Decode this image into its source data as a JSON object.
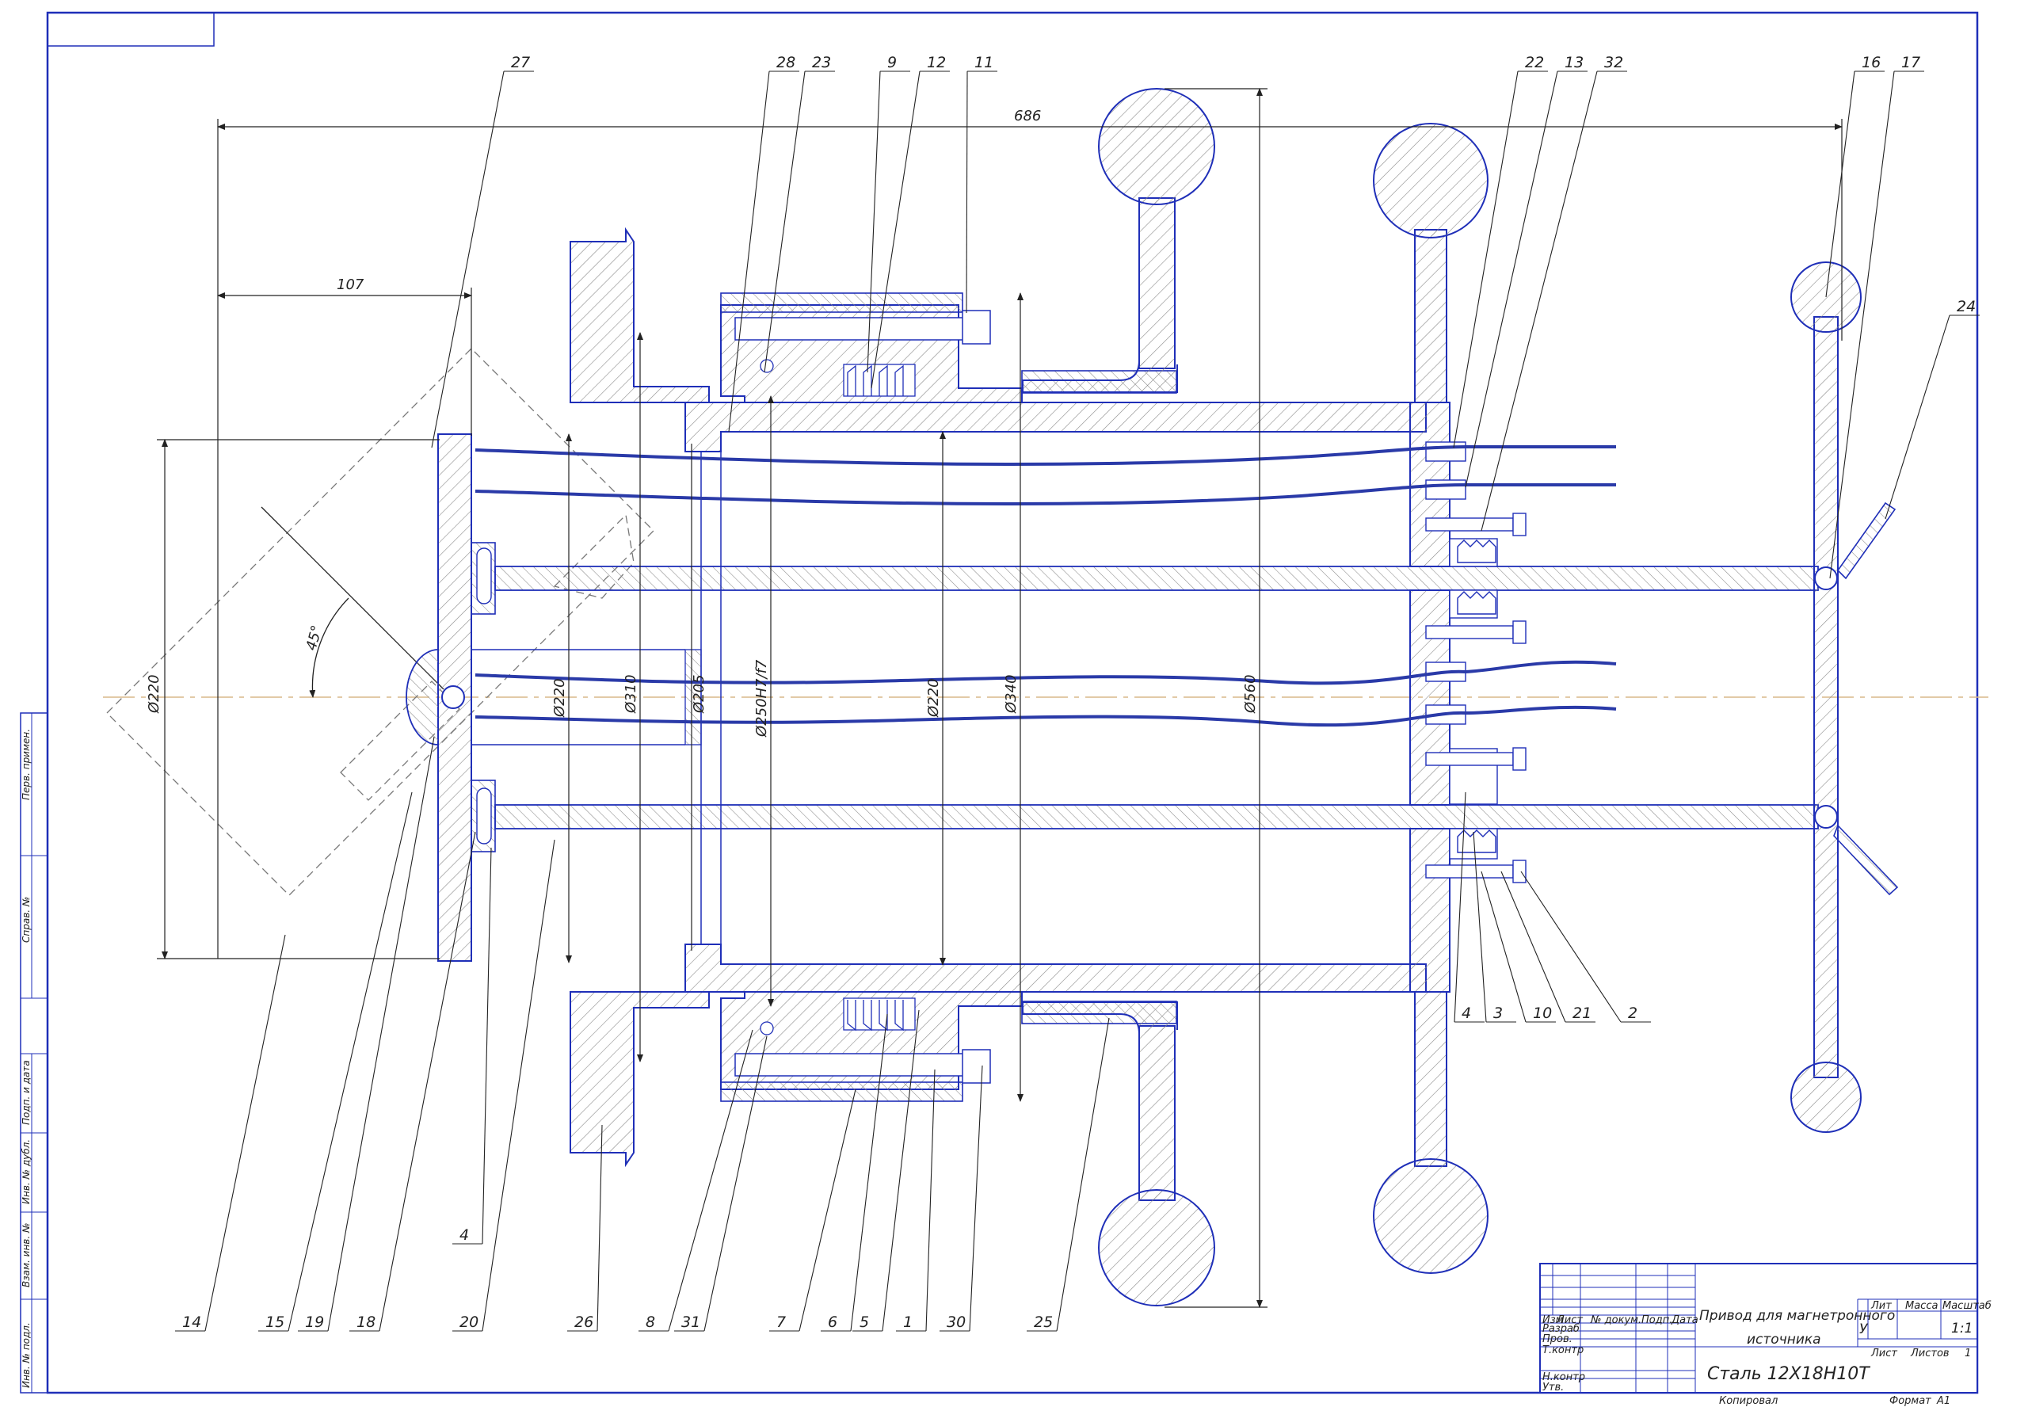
{
  "title_block": {
    "title_line1": "Привод для магнетронного",
    "title_line2": "источника",
    "material": "Сталь 12Х18Н10Т",
    "hdr_izm": "Изм",
    "hdr_list": "Лист",
    "hdr_doc": "№ докум.",
    "hdr_sign": "Подп.",
    "hdr_date": "Дата",
    "row_razrab": "Разраб",
    "row_prov": "Пров.",
    "row_tkontr": "Т.контр",
    "row_nkontr": "Н.контр",
    "row_utv": "Утв.",
    "lit": "Лит",
    "massa": "Масса",
    "masshtab": "Масштаб",
    "lit_value": "У",
    "scale_value": "1:1",
    "sheet_label": "Лист",
    "sheets_label": "Листов",
    "sheets_value": "1",
    "kopiroval": "Копировал",
    "format": "Формат",
    "format_value": "А1"
  },
  "side_stamp": {
    "perv_primen": "Перв. примен.",
    "sprav_no": "Справ. №",
    "podp_data_1": "Подп. и дата",
    "inv_dubl": "Инв. № дубл.",
    "vzam_inv": "Взам. инв. №",
    "podp_data_2": "Подп. и дата",
    "inv_podl": "Инв. № подл."
  },
  "dimensions": {
    "overall_length": "686",
    "offset": "107",
    "flange_diam": "Ø220",
    "angle": "45°",
    "d1": "Ø220",
    "d2": "Ø310",
    "d3": "Ø205",
    "d4": "Ø250H7/f7",
    "d5": "Ø220",
    "d6": "Ø340",
    "d7": "Ø560"
  },
  "callouts_top": [
    "27",
    "28",
    "23",
    "9",
    "12",
    "11",
    "22",
    "13",
    "32",
    "16",
    "17"
  ],
  "callouts_right": [
    "24"
  ],
  "callouts_mid": [
    "4",
    "3",
    "10",
    "21",
    "2"
  ],
  "callouts_bottom": [
    "14",
    "15",
    "19",
    "18",
    "4",
    "20",
    "26",
    "8",
    "31",
    "7",
    "6",
    "5",
    "1",
    "30",
    "25"
  ],
  "colors": {
    "frame": "#1f2fb8",
    "outline": "#1f2fb8",
    "wire": "#2a3aa8",
    "hatch": "#8a8a8a",
    "dim": "#222222",
    "center": "#d9b98a"
  }
}
